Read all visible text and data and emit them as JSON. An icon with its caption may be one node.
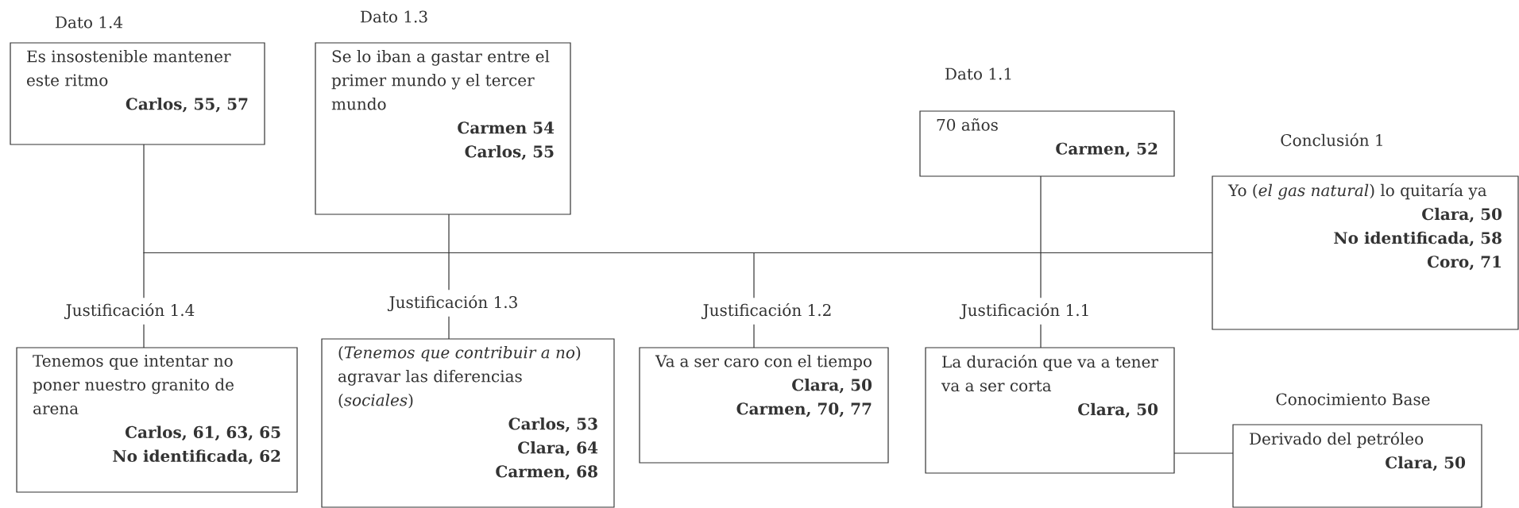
{
  "diagram": {
    "nodes": [
      {
        "text": [
          "Dato 1.4",
          "Es insostenible mantener este ritmo",
          "Carlos, 55, 57"
        ]
      },
      {
        "text": [
          "Dato 1.3",
          "Se lo iban a gastar entre el primer mundo y el tercer mundo",
          "Carmen 54",
          "Carlos, 55"
        ]
      },
      {
        "text": [
          "Dato 1.1",
          "70 años",
          "Carmen, 52"
        ]
      },
      {
        "text": [
          "Conclusión 1",
          "Yo (*el gas natural*) lo quitaría ya",
          "Clara, 50",
          "No identificada, 58",
          "Coro, 71"
        ]
      },
      {
        "text": [
          "Justificación 1.4",
          "Tenemos que intentar no poner nuestro granito de arena",
          "Carlos, 61, 63, 65",
          "No identificada, 62"
        ]
      },
      {
        "text": [
          "Justificación 1.3",
          "(*Tenemos que contribuir a no*) agravar las diferencias (*sociales*)",
          "Carlos, 53",
          "Clara, 64",
          "Carmen, 68"
        ]
      },
      {
        "text": [
          "Justificación 1.2",
          "Va a ser caro con el tiempo",
          "Clara, 50",
          "Carmen, 70, 77"
        ]
      },
      {
        "text": [
          "Justificación 1.1",
          "La duración que va a tener va a ser corta",
          "Clara, 50"
        ]
      },
      {
        "text": [
          "Conocimiento Base",
          "Derivado del petróleo",
          "Clara, 50"
        ]
      }
    ],
    "edges": [
      {
        "from": 0,
        "to": 3,
        "arrow": "none"
      },
      {
        "from": 1,
        "to": 3,
        "arrow": "none"
      },
      {
        "from": 2,
        "to": 3,
        "arrow": "none"
      },
      {
        "from": 4,
        "to": 3,
        "arrow": "none"
      },
      {
        "from": 5,
        "to": 3,
        "arrow": "none"
      },
      {
        "from": 6,
        "to": 3,
        "arrow": "none"
      },
      {
        "from": 7,
        "to": 3,
        "arrow": "none"
      },
      {
        "from": 8,
        "to": 7,
        "arrow": "none"
      }
    ]
  }
}
